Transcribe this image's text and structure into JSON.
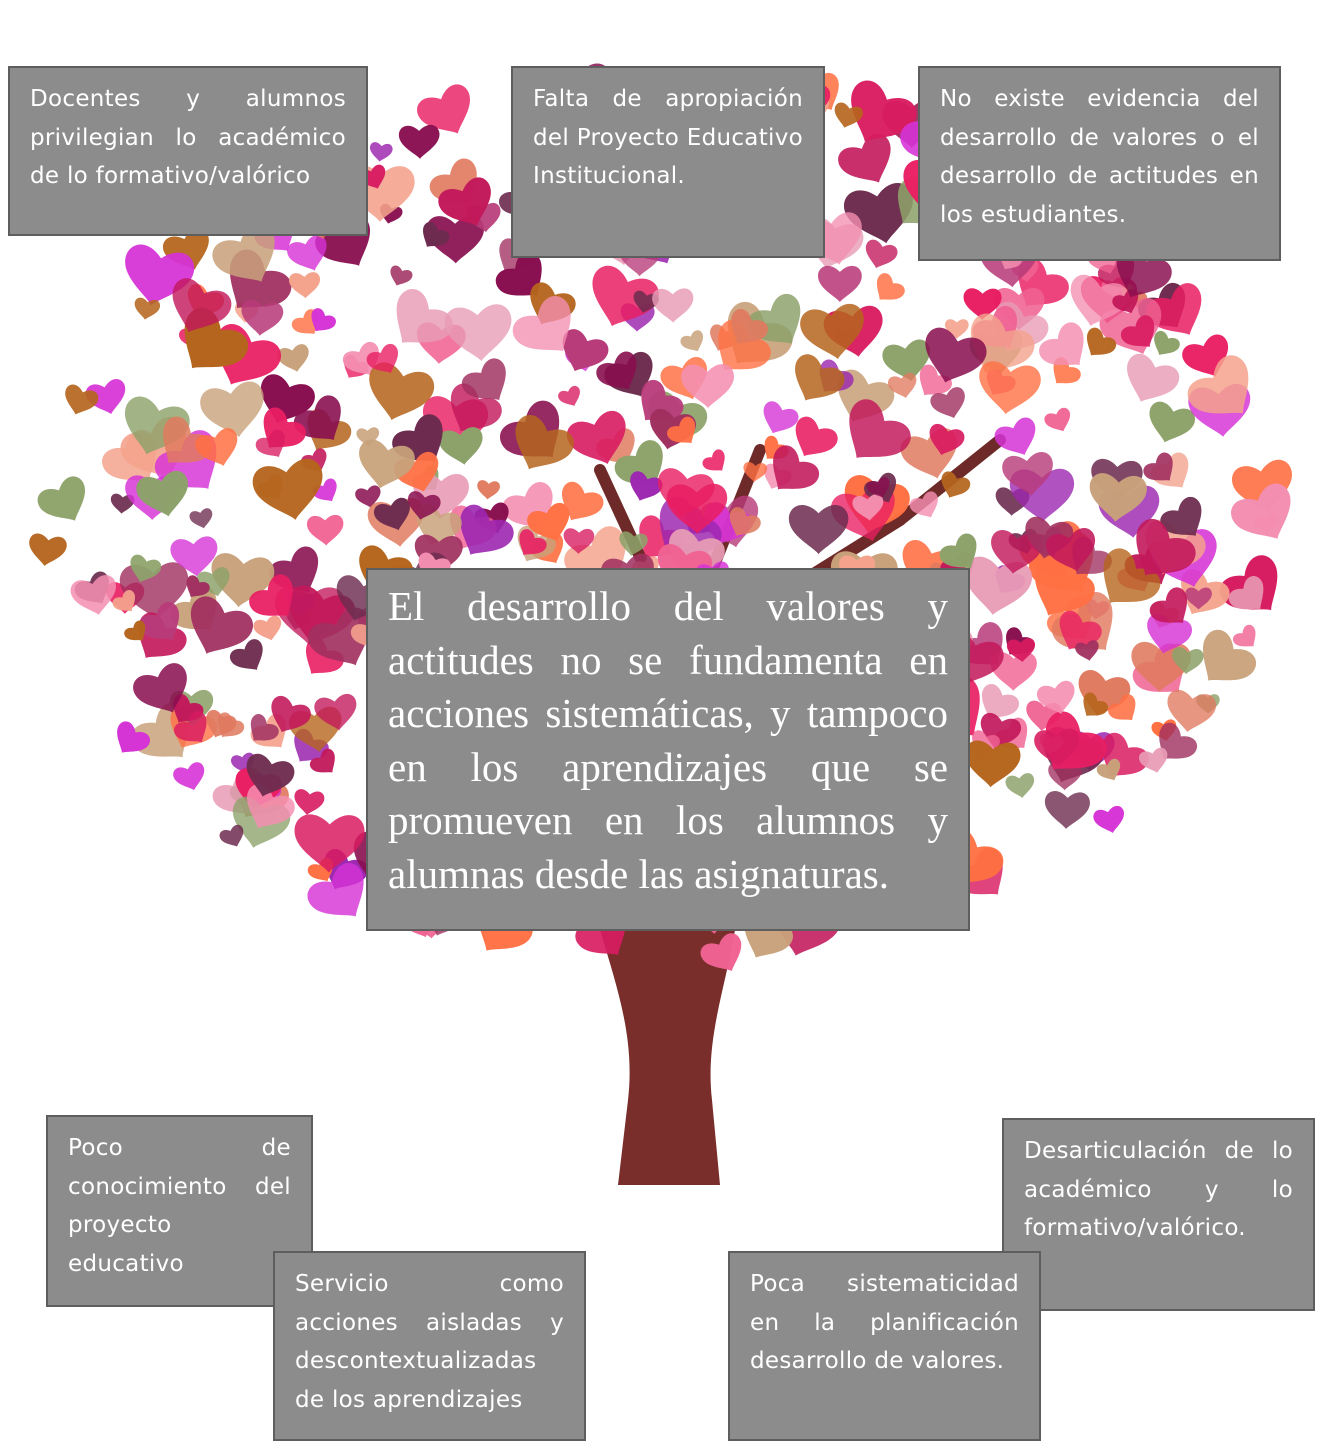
{
  "colors": {
    "box_fill": "#8c8c8c",
    "box_border": "#5e5e5e",
    "box_text": "#ffffff",
    "trunk": "#7a2e2b",
    "heart_palette": [
      "#d81b60",
      "#e91e63",
      "#f06292",
      "#c2185b",
      "#880e4f",
      "#b83b7a",
      "#e07a5f",
      "#f4a28c",
      "#ff7043",
      "#c8a17a",
      "#9c27b0",
      "#d633d6",
      "#6d2c4f",
      "#e89bb5",
      "#8da26a",
      "#b5651d",
      "#f48fb1",
      "#a03060"
    ]
  },
  "background_image": "tree-of-hearts",
  "boxes": {
    "top_left": "Docentes y alumnos privilegian lo académico de lo formativo/valórico",
    "top_center": "Falta de apropiación del Proyecto Educativo Institucional.",
    "top_right": "No existe evidencia del desarrollo de valores o el desarrollo de actitudes en los estudiantes.",
    "center": "El desarrollo del valores y actitudes no se fundamenta en acciones sistemáticas, y tampoco en los aprendizajes que se promueven en los alumnos y alumnas desde las asignaturas.",
    "bottom_left_1": "Poco de conocimiento del proyecto educativo",
    "bottom_left_2": "Servicio como acciones aisladas y descontextualizadas de los aprendizajes",
    "bottom_right_1": "Desarticulación de lo académico y lo formativo/valórico.",
    "bottom_right_2": "Poca sistematicidad en la planificación desarrollo de valores."
  }
}
